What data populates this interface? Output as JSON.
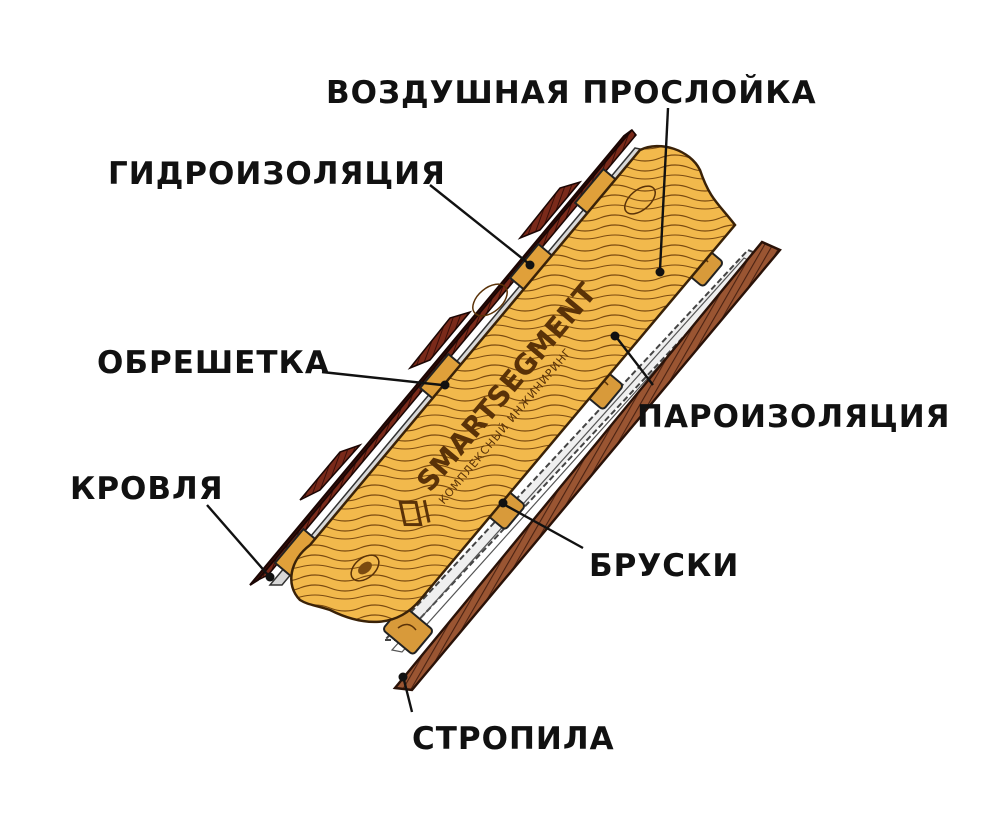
{
  "labels": {
    "air_gap": "ВОЗДУШНАЯ ПРОСЛОЙКА",
    "waterproofing": "ГИДРОИЗОЛЯЦИЯ",
    "battens": "ОБРЕШЕТКА",
    "roofing": "КРОВЛЯ",
    "vapor_barrier": "ПАРОИЗОЛЯЦИЯ",
    "counter_battens": "БРУСКИ",
    "rafters": "СТРОПИЛА"
  },
  "logo": {
    "name": "SMARTSEGMENT",
    "tagline": "КОМПЛЕКСНЫЙ ИНЖИНИРИНГ"
  },
  "colors": {
    "wood_light": "#f2b94c",
    "wood_dark": "#c9862a",
    "roof_red": "#7a2a1a",
    "rafter_brown": "#8b4a2a",
    "membrane_gray": "#cfcfcf",
    "ink": "#111111"
  }
}
